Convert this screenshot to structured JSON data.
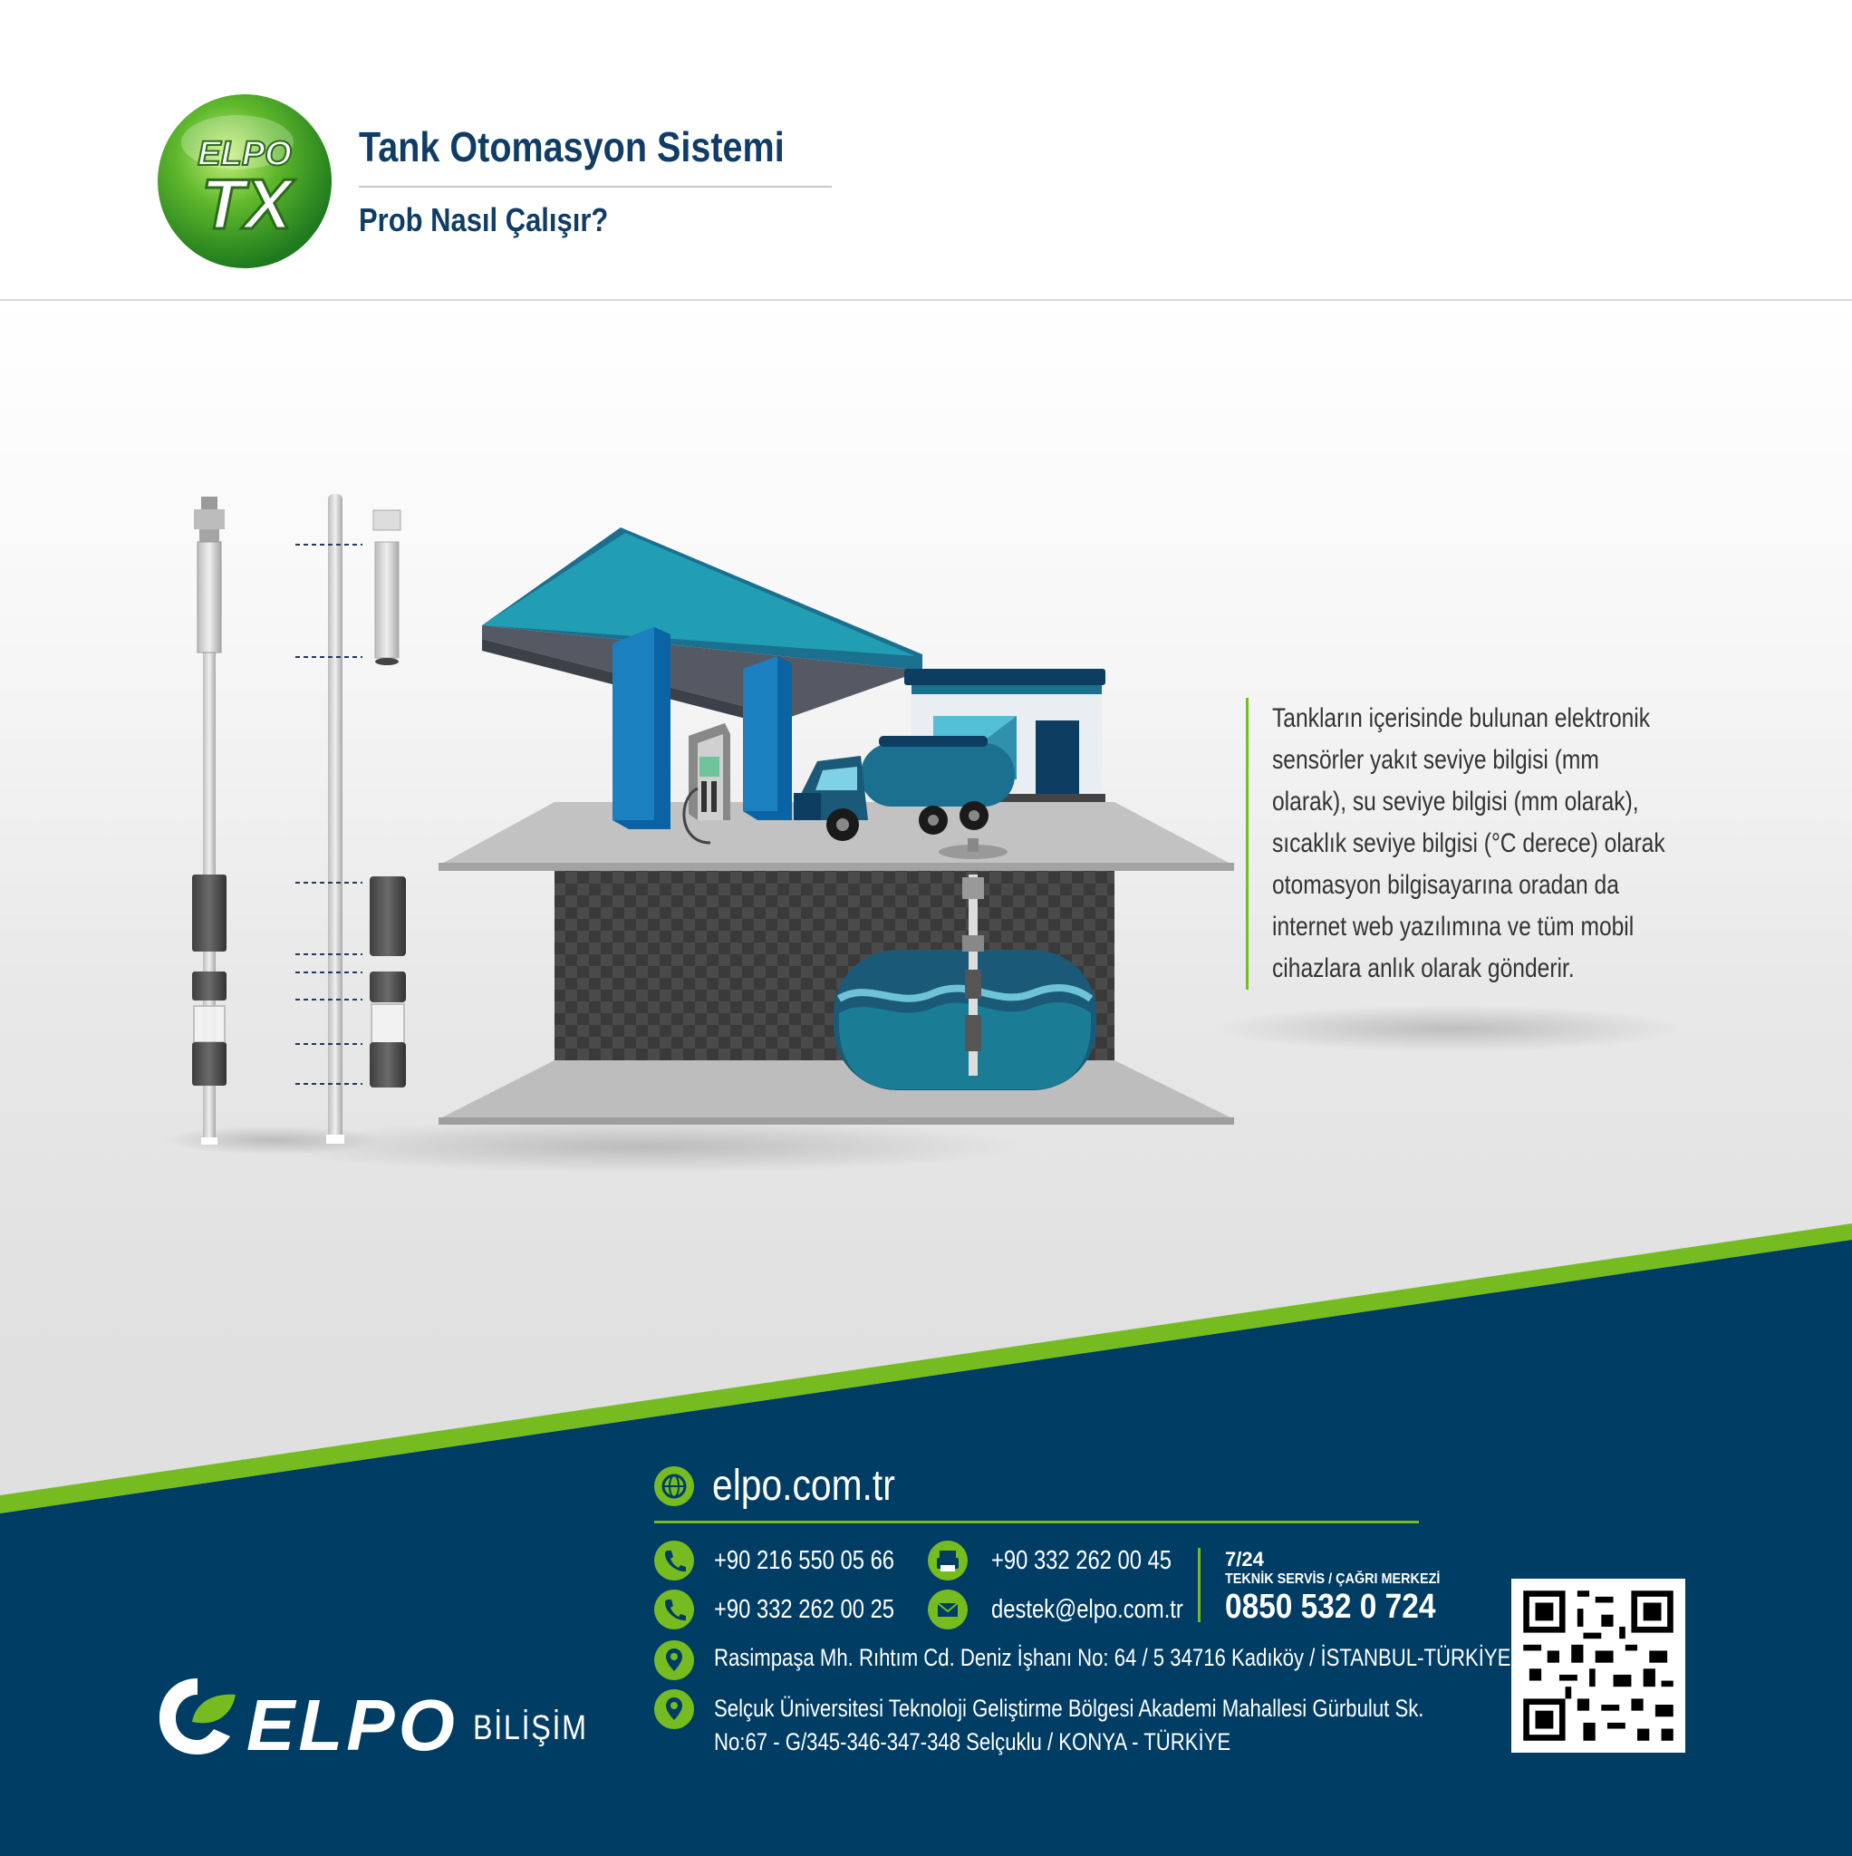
{
  "header": {
    "logo_top": "ELPO",
    "logo_bottom": "TX",
    "title": "Tank Otomasyon Sistemi",
    "subtitle": "Prob Nasıl Çalışır?"
  },
  "description": "Tankların içerisinde bulunan elektronik sensörler yakıt seviye bilgisi (mm olarak), su seviye bilgisi (mm olarak), sıcaklık seviye bilgisi (°C derece) olarak otomasyon bilgisayarına oradan da internet web yazılımına ve tüm mobil cihazlara anlık olarak gönderir.",
  "description_lines": [
    "Tankların içerisinde bulunan elektronik",
    "sensörler yakıt seviye bilgisi (mm",
    "olarak), su seviye bilgisi (mm olarak),",
    "sıcaklık seviye bilgisi (°C derece) olarak",
    "otomasyon bilgisayarına oradan da",
    "internet web yazılımına ve tüm mobil",
    "cihazlara anlık olarak gönderir."
  ],
  "footer": {
    "website": "elpo.com.tr",
    "phone_1": "+90 216 550 05 66",
    "phone_2": "+90 332 262 00 25",
    "fax": "+90 332 262 00 45",
    "email": "destek@elpo.com.tr",
    "call_center_hours": "7/24",
    "call_center_label": "TEKNİK SERVİS / ÇAĞRI MERKEZİ",
    "call_center_phone": "0850 532 0 724",
    "address_1": "Rasimpaşa Mh. Rıhtım Cd. Deniz İşhanı No: 64 / 5 34716 Kadıköy / İSTANBUL-TÜRKİYE",
    "address_2_line1": "Selçuk Üniversitesi Teknoloji Geliştirme Bölgesi Akademi Mahallesi Gürbulut Sk.",
    "address_2_line2": "No:67 - G/345-346-347-348 Selçuklu / KONYA - TÜRKİYE",
    "brand_name": "ELPO",
    "brand_suffix": "BİLİŞİM"
  },
  "colors": {
    "navy": "#003d65",
    "green": "#76bc21",
    "teal": "#1b7d95",
    "blue": "#0b6fa8"
  },
  "icons": [
    "globe-icon",
    "phone-icon",
    "fax-icon",
    "mail-icon",
    "location-icon",
    "qr-code"
  ]
}
